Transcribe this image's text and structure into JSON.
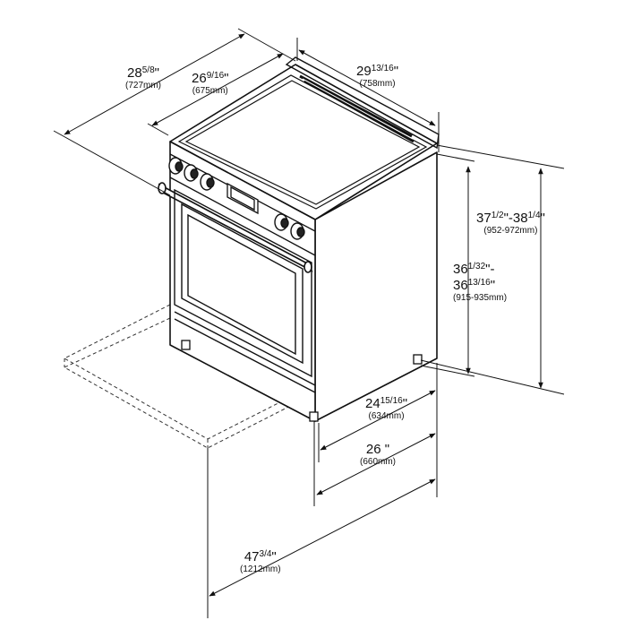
{
  "dimensions": {
    "top_depth": {
      "whole": "28",
      "frac": "5/8",
      "unit": "\"",
      "metric": "(727mm)"
    },
    "inner_depth": {
      "whole": "26",
      "frac": "9/16",
      "unit": "\"",
      "metric": "(675mm)"
    },
    "width": {
      "whole": "29",
      "frac": "13/16",
      "unit": "\"",
      "metric": "(758mm)"
    },
    "total_height": {
      "whole1": "37",
      "frac1": "1/2",
      "sep": "\"-",
      "whole2": "38",
      "frac2": "1/4",
      "unit": "\"",
      "metric": "(952-972mm)"
    },
    "body_height": {
      "whole1": "36",
      "frac1": "1/32",
      "sep": "\"-",
      "whole2": "36",
      "frac2": "13/16",
      "unit": "\"",
      "metric": "(915-935mm)"
    },
    "cabinet_depth": {
      "whole": "24",
      "frac": "15/16",
      "unit": "\"",
      "metric": "(634mm)"
    },
    "side_depth": {
      "whole": "26",
      "unit": " \"",
      "metric": "(660mm)"
    },
    "door_open_depth": {
      "whole": "47",
      "frac": "3/4",
      "unit": "\"",
      "metric": "(1212mm)"
    }
  }
}
